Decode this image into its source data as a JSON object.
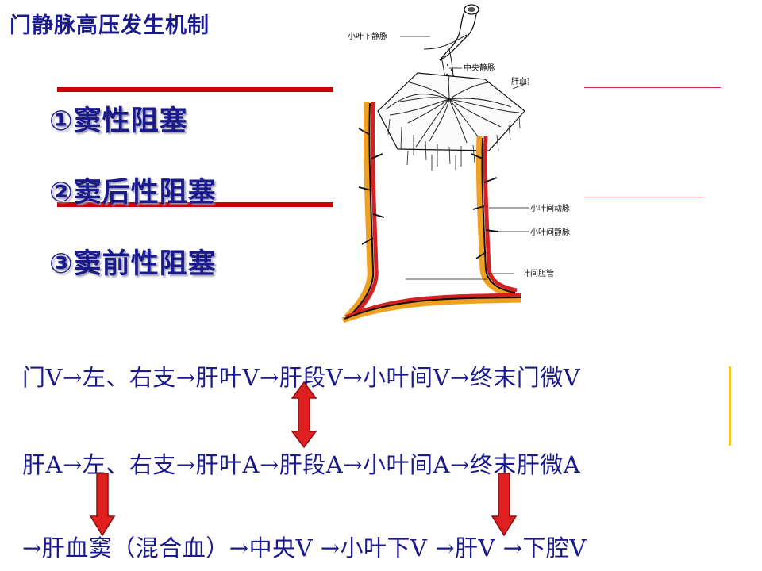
{
  "title": "门静脉高压发生机制",
  "headings": [
    "①窦性阻塞",
    "②窦后性阻塞",
    "③窦前性阻塞"
  ],
  "flow": {
    "line1": "门V→左、右支→肝叶V→肝段V→小叶间V→终末门微V",
    "line2": "肝A→左、右支→肝叶A→肝段A→小叶间A→终末肝微A",
    "line3": "→肝血窦（混合血）→中央V →小叶下V →肝V →下腔V"
  },
  "diagram_labels": {
    "sublobular_vein": "小叶下静脉",
    "central_vein": "中央静脉",
    "sinusoid": "肝血窦",
    "interlobular_artery": "小叶间动脉",
    "interlobular_vein": "小叶间静脉",
    "interlobular_bile_duct": "小叶间胆管"
  },
  "colors": {
    "title": "#1a1a8c",
    "accent_red": "#cc0000",
    "arrow_red": "#e02020",
    "duct_orange": "#f0a020"
  }
}
